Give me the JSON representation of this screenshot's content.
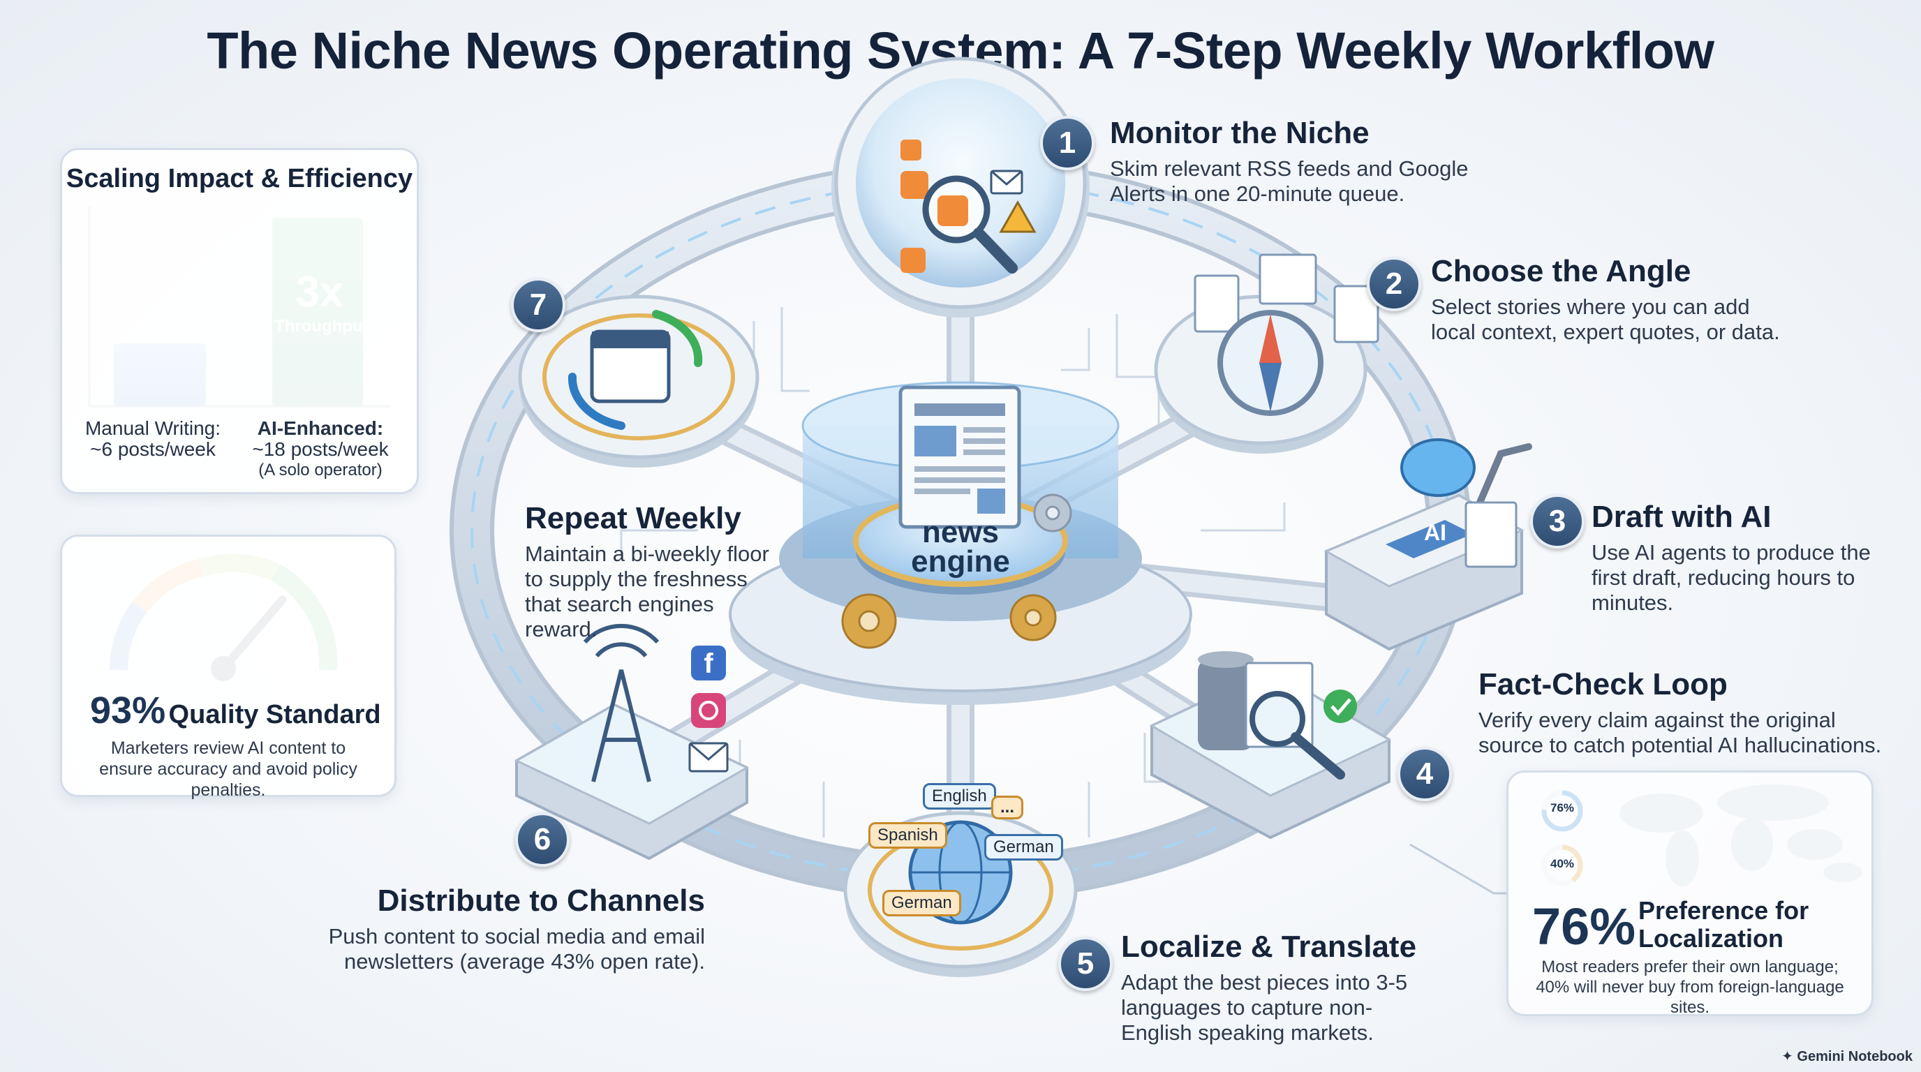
{
  "title": "The Niche News Operating System: A 7-Step Weekly Workflow",
  "hub": {
    "line1": "news",
    "line2": "engine"
  },
  "steps": [
    {
      "number": "1",
      "title": "Monitor the Niche",
      "desc": "Skim relevant RSS feeds and Google Alerts in one 20-minute queue.",
      "icons": [
        "rss-icon",
        "magnifier-icon",
        "email-icon",
        "warning-icon"
      ]
    },
    {
      "number": "2",
      "title": "Choose the Angle",
      "desc": "Select stories where you can add local context, expert quotes, or data.",
      "icons": [
        "compass-icon",
        "document-icon"
      ]
    },
    {
      "number": "3",
      "title": "Draft with AI",
      "desc": "Use AI agents to produce the first draft, reducing hours to minutes.",
      "chip_label": "AI",
      "icons": [
        "brain-icon",
        "robot-arm-icon",
        "chip-icon",
        "document-icon"
      ]
    },
    {
      "number": "4",
      "title": "Fact-Check Loop",
      "desc": "Verify every claim against the original source to catch potential AI hallucinations.",
      "icons": [
        "database-icon",
        "magnifier-icon",
        "check-icon"
      ]
    },
    {
      "number": "5",
      "title": "Localize & Translate",
      "desc": "Adapt the best pieces into 3-5 languages to capture non-English speaking markets.",
      "bubbles": [
        "English",
        "Spanish",
        "German",
        "German",
        "..."
      ],
      "icons": [
        "globe-icon",
        "speech-bubble-icon"
      ]
    },
    {
      "number": "6",
      "title": "Distribute to Channels",
      "desc": "Push content to social media and email newsletters (average 43% open rate).",
      "icons": [
        "broadcast-tower-icon",
        "facebook-icon",
        "instagram-icon",
        "email-icon"
      ]
    },
    {
      "number": "7",
      "title": "Repeat Weekly",
      "desc": "Maintain a bi-weekly floor to supply the freshness that search engines reward.",
      "icons": [
        "calendar-icon",
        "refresh-arrows-icon"
      ]
    }
  ],
  "scaling_panel": {
    "title": "Scaling Impact & Efficiency",
    "big_label": "3x",
    "big_sublabel": "Throughput",
    "bars": [
      {
        "label_line1": "Manual Writing:",
        "label_line2": "~6 posts/week",
        "label_line3": "",
        "value": 6
      },
      {
        "label_line1": "AI-Enhanced:",
        "label_line2": "~18 posts/week",
        "label_line3": "(A solo operator)",
        "value": 18
      }
    ]
  },
  "quality_panel": {
    "value": "93%",
    "label": "Quality Standard",
    "desc": "Marketers review AI content to ensure accuracy and avoid policy penalties.",
    "gauge_fraction": 0.93
  },
  "localization_panel": {
    "donuts": [
      {
        "label": "76%",
        "fraction": 0.76,
        "color": "#3a8fd6"
      },
      {
        "label": "40%",
        "fraction": 0.4,
        "color": "#e0a040"
      }
    ],
    "value": "76%",
    "label_line1": "Preference for",
    "label_line2": "Localization",
    "desc": "Most readers prefer their own language; 40% will never buy from foreign-language sites."
  },
  "watermark": "Gemini Notebook",
  "colors": {
    "accent_blue": "#3f8fd8",
    "accent_green": "#3fae6e",
    "badge": "#3a5a80",
    "gold": "#e4b45a"
  }
}
